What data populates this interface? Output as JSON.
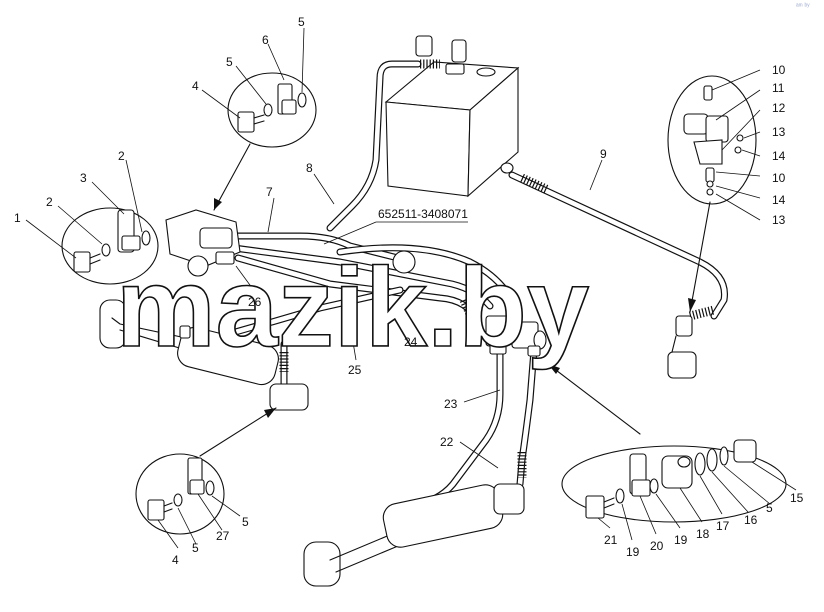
{
  "watermark": "mazik.by",
  "corner_mark": "ᵃᵐ ᵇʸ",
  "part_code": "652511-3408071",
  "labels": {
    "l1": "1",
    "l2a": "2",
    "l2b": "2",
    "l3": "3",
    "l4a": "4",
    "l4b": "4",
    "l5a": "5",
    "l5b": "5",
    "l5c": "5",
    "l5d": "5",
    "l5e": "5",
    "l6": "6",
    "l7": "7",
    "l8": "8",
    "l9": "9",
    "l10a": "10",
    "l10b": "10",
    "l11": "11",
    "l12": "12",
    "l13a": "13",
    "l13b": "13",
    "l14a": "14",
    "l14b": "14",
    "l15": "15",
    "l16": "16",
    "l17": "17",
    "l18": "18",
    "l19a": "19",
    "l19b": "19",
    "l20": "20",
    "l21": "21",
    "l22": "22",
    "l23": "23",
    "l24": "24",
    "l25": "25",
    "l26": "26",
    "l27": "27"
  }
}
